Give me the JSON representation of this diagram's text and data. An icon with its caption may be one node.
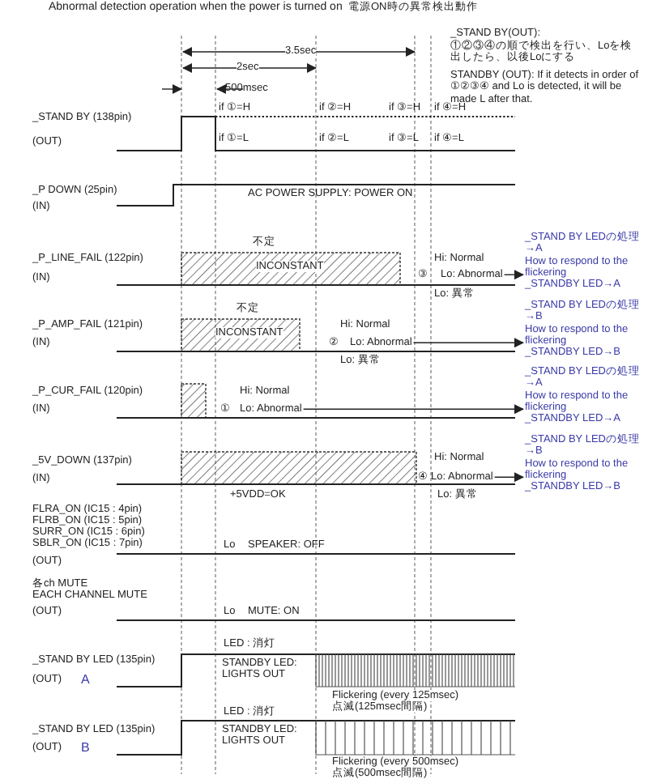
{
  "diagram": {
    "title": "Abnormal detection operation when the power is turned on",
    "nodes": [
      {
        "text": [
          "Lo: Abnormal"
        ]
      },
      {
        "text": [
          "_STAND BY LEDの処理→A",
          "How to respond to the flickering",
          "_STANDBY LED→A"
        ]
      },
      {
        "text": [
          "Lo: Abnormal"
        ]
      },
      {
        "text": [
          "_STAND BY LEDの処理→B",
          "How to respond to the flickering",
          "_STANDBY LED→B"
        ]
      },
      {
        "text": [
          "Lo: Abnormal"
        ]
      },
      {
        "text": [
          "_STAND BY LEDの処理→A",
          "How to respond to the flickering",
          "_STANDBY LED→A"
        ]
      },
      {
        "text": [
          "Lo: Abnormal"
        ]
      },
      {
        "text": [
          "_STAND BY LEDの処理→B",
          "How to respond to the flickering",
          "_STANDBY LED→B"
        ]
      }
    ],
    "edges": [
      {
        "from": 0,
        "to": 1,
        "arrow": "to"
      },
      {
        "from": 2,
        "to": 3,
        "arrow": "to"
      },
      {
        "from": 4,
        "to": 5,
        "arrow": "to"
      },
      {
        "from": 6,
        "to": 7,
        "arrow": "to"
      }
    ],
    "labels": [
      "電源ON時の異常検出動作",
      "_STAND BY(OUT):",
      "①②③④の順で検出を行い、Loを検出したら、以後Loにする",
      "3.5sec",
      "2sec",
      "STANDBY (OUT): If it detects in order of ①②③④ and Lo is detected, it will be made L after that.",
      "500msec",
      "if ①=H",
      "if ②=H",
      "if ③=H",
      "if ④=H",
      "_STAND BY (138pin)",
      "(OUT)",
      "if ①=L",
      "if ②=L",
      "if ③=L",
      "if ④=L",
      "_P DOWN (25pin)",
      "AC POWER SUPPLY: POWER ON",
      "(IN)",
      "不定",
      "_P_LINE_FAIL (122pin)",
      "INCONSTANT",
      "Hi: Normal",
      "(IN)",
      "③",
      "Lo: 異常",
      "不定",
      "_P_AMP_FAIL (121pin)",
      "INCONSTANT",
      "Hi: Normal",
      "(IN)",
      "②",
      "Lo: 異常",
      "_P_CUR_FAIL (120pin)",
      "Hi: Normal",
      "(IN)",
      "①",
      "_5V_DOWN (137pin)",
      "Hi: Normal",
      "(IN)",
      "④",
      "+5VDD=OK",
      "Lo: 異常",
      "FLRA_ON (IC15 : 4pin)",
      "FLRB_ON (IC15 : 5pin)",
      "SURR_ON (IC15 : 6pin)",
      "SBLR_ON (IC15 : 7pin)",
      "Lo",
      "SPEAKER: OFF",
      "(OUT)",
      "各ch MUTE",
      "EACH CHANNEL MUTE",
      "(OUT)",
      "Lo",
      "MUTE: ON",
      "LED : 消灯",
      "_STAND BY LED (135pin)",
      "STANDBY LED: LIGHTS OUT",
      "(OUT)",
      "A",
      "Flickering (every 125msec)",
      "LED : 消灯",
      "点滅(125msec間隔)",
      "_STAND BY LED (135pin)",
      "STANDBY LED: LIGHTS OUT",
      "(OUT)",
      "B",
      "Flickering (every 500msec)",
      "点滅(500msec間隔)"
    ]
  }
}
